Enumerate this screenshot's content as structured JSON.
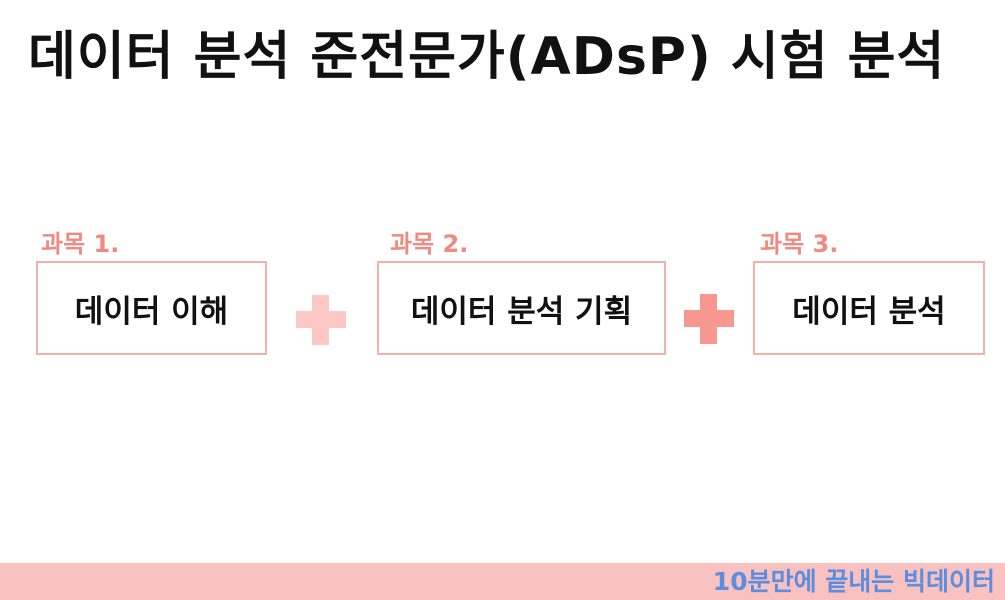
{
  "title": "데이터 분석 준전문가(ADsP) 시험 분석",
  "subjects": [
    {
      "label": "과목 1.",
      "name": "데이터 이해"
    },
    {
      "label": "과목 2.",
      "name": "데이터 분석 기획"
    },
    {
      "label": "과목 3.",
      "name": "데이터 분석"
    }
  ],
  "plus_icons": [
    {
      "icon": "plus-icon",
      "color": "#fcc8c4"
    },
    {
      "icon": "plus-icon",
      "color": "#f79790"
    }
  ],
  "footer": {
    "text": "10분만에 끝내는 빅데이터",
    "band_color": "#f9c1bf",
    "text_color": "#5b8de1"
  },
  "colors": {
    "accent": "#f08a80",
    "box_border": "#f4b1aa",
    "title": "#111111"
  }
}
